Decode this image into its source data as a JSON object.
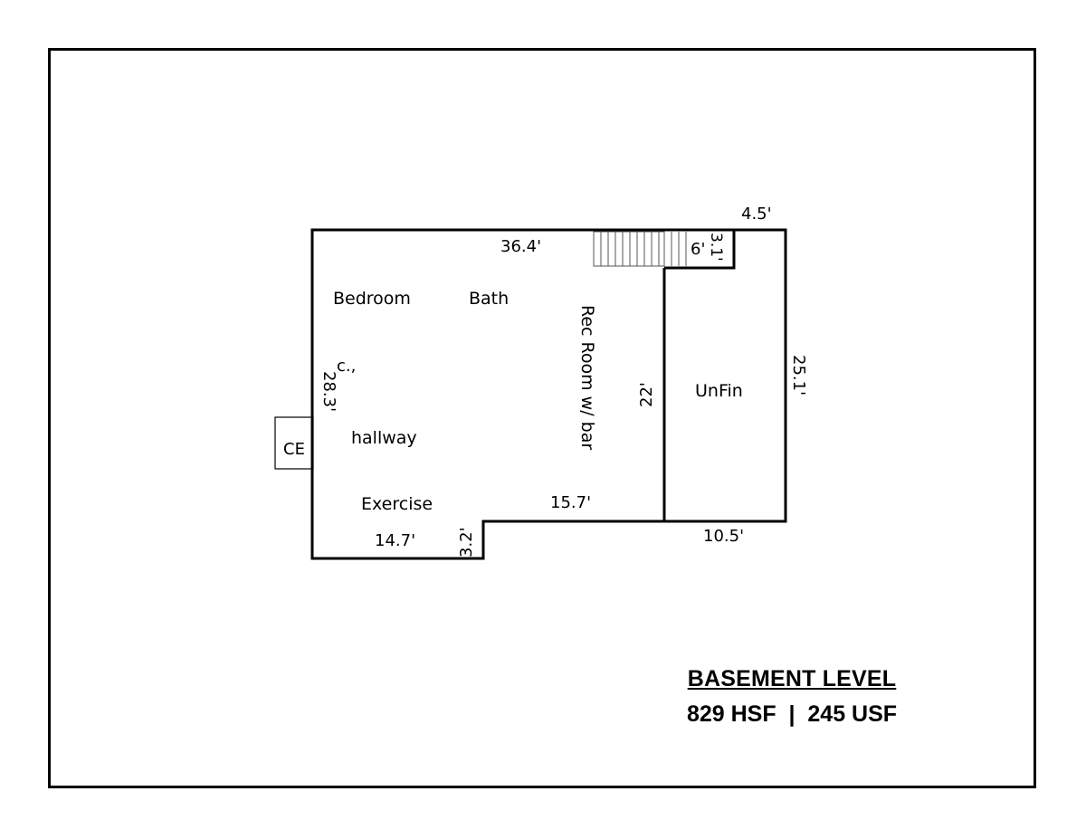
{
  "plan": {
    "rooms": {
      "bedroom": "Bedroom",
      "bath": "Bath",
      "rec_room": "Rec Room w/ bar",
      "unfin": "UnFin",
      "hallway": "hallway",
      "exercise": "Exercise",
      "closet": "c.,",
      "ce": "CE"
    },
    "dimensions": {
      "top_width": "36.4'",
      "stair_width": "4.5'",
      "stair_inner": "6'",
      "stair_depth": "3.1'",
      "left_height": "28.3'",
      "right_height": "25.1'",
      "partition_height": "22'",
      "rec_bottom": "15.7'",
      "exercise_bottom": "14.7'",
      "step_height": "3.2'",
      "unfin_bottom": "10.5'"
    }
  },
  "summary": {
    "title": "BASEMENT LEVEL",
    "area": "829 HSF  |  245 USF"
  },
  "colors": {
    "lines": "#000000",
    "background": "#ffffff"
  }
}
